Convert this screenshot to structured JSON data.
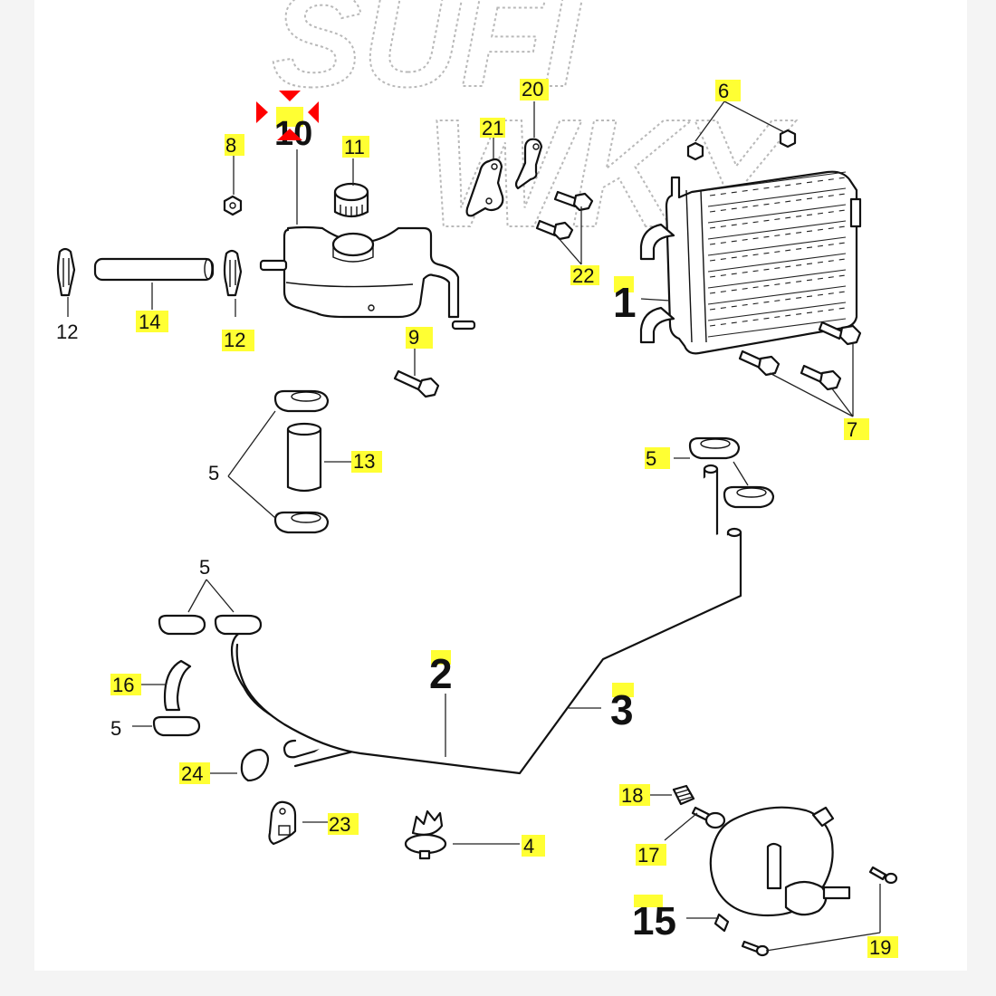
{
  "watermark": {
    "line1": "SUFI",
    "line2": "WKY"
  },
  "highlight_color": "#ffff33",
  "marker_color": "#ff0000",
  "callouts": [
    {
      "id": "c1",
      "text": "1",
      "highlighted": false,
      "bold": true,
      "part": "radiator"
    },
    {
      "id": "c2",
      "text": "2",
      "highlighted": true,
      "bold": true,
      "part": "coolant-pipe-inner"
    },
    {
      "id": "c3",
      "text": "3",
      "highlighted": true,
      "bold": true,
      "part": "coolant-pipe-outer"
    },
    {
      "id": "c4",
      "text": "4",
      "highlighted": true,
      "bold": false,
      "part": "pipe-clip"
    },
    {
      "id": "c5a",
      "text": "5",
      "highlighted": false,
      "bold": false,
      "part": "hose-clamp-pair-middle"
    },
    {
      "id": "c5b",
      "text": "5",
      "highlighted": true,
      "bold": false,
      "part": "hose-clamp-pair-right"
    },
    {
      "id": "c5c",
      "text": "5",
      "highlighted": false,
      "bold": false,
      "part": "hose-clamp-pair-left"
    },
    {
      "id": "c5d",
      "text": "5",
      "highlighted": false,
      "bold": false,
      "part": "hose-clamp-single"
    },
    {
      "id": "c6",
      "text": "6",
      "highlighted": true,
      "bold": false,
      "part": "radiator-nuts"
    },
    {
      "id": "c7",
      "text": "7",
      "highlighted": true,
      "bold": false,
      "part": "radiator-bolts"
    },
    {
      "id": "c8",
      "text": "8",
      "highlighted": true,
      "bold": false,
      "part": "nut"
    },
    {
      "id": "c9",
      "text": "9",
      "highlighted": true,
      "bold": false,
      "part": "tank-bolt"
    },
    {
      "id": "c10",
      "text": "10",
      "highlighted": true,
      "bold": true,
      "part": "expansion-tank",
      "selected": true
    },
    {
      "id": "c11",
      "text": "11",
      "highlighted": true,
      "bold": false,
      "part": "tank-cap"
    },
    {
      "id": "c12a",
      "text": "12",
      "highlighted": false,
      "bold": false,
      "part": "hose-clip-left"
    },
    {
      "id": "c12b",
      "text": "12",
      "highlighted": true,
      "bold": false,
      "part": "hose-clip-right"
    },
    {
      "id": "c13",
      "text": "13",
      "highlighted": true,
      "bold": false,
      "part": "hose-sleeve"
    },
    {
      "id": "c14",
      "text": "14",
      "highlighted": true,
      "bold": false,
      "part": "overflow-hose"
    },
    {
      "id": "c15",
      "text": "15",
      "highlighted": true,
      "bold": true,
      "part": "water-pump-housing"
    },
    {
      "id": "c16",
      "text": "16",
      "highlighted": true,
      "bold": false,
      "part": "bent-hose"
    },
    {
      "id": "c17",
      "text": "17",
      "highlighted": true,
      "bold": false,
      "part": "bleed-screw"
    },
    {
      "id": "c18",
      "text": "18",
      "highlighted": true,
      "bold": false,
      "part": "spring"
    },
    {
      "id": "c19",
      "text": "19",
      "highlighted": true,
      "bold": false,
      "part": "housing-screws"
    },
    {
      "id": "c20",
      "text": "20",
      "highlighted": true,
      "bold": false,
      "part": "bracket-right"
    },
    {
      "id": "c21",
      "text": "21",
      "highlighted": true,
      "bold": false,
      "part": "bracket-left"
    },
    {
      "id": "c22",
      "text": "22",
      "highlighted": true,
      "bold": false,
      "part": "bracket-bolts"
    },
    {
      "id": "c23",
      "text": "23",
      "highlighted": true,
      "bold": false,
      "part": "mounting-plate"
    },
    {
      "id": "c24",
      "text": "24",
      "highlighted": true,
      "bold": false,
      "part": "cable-clamp"
    }
  ]
}
